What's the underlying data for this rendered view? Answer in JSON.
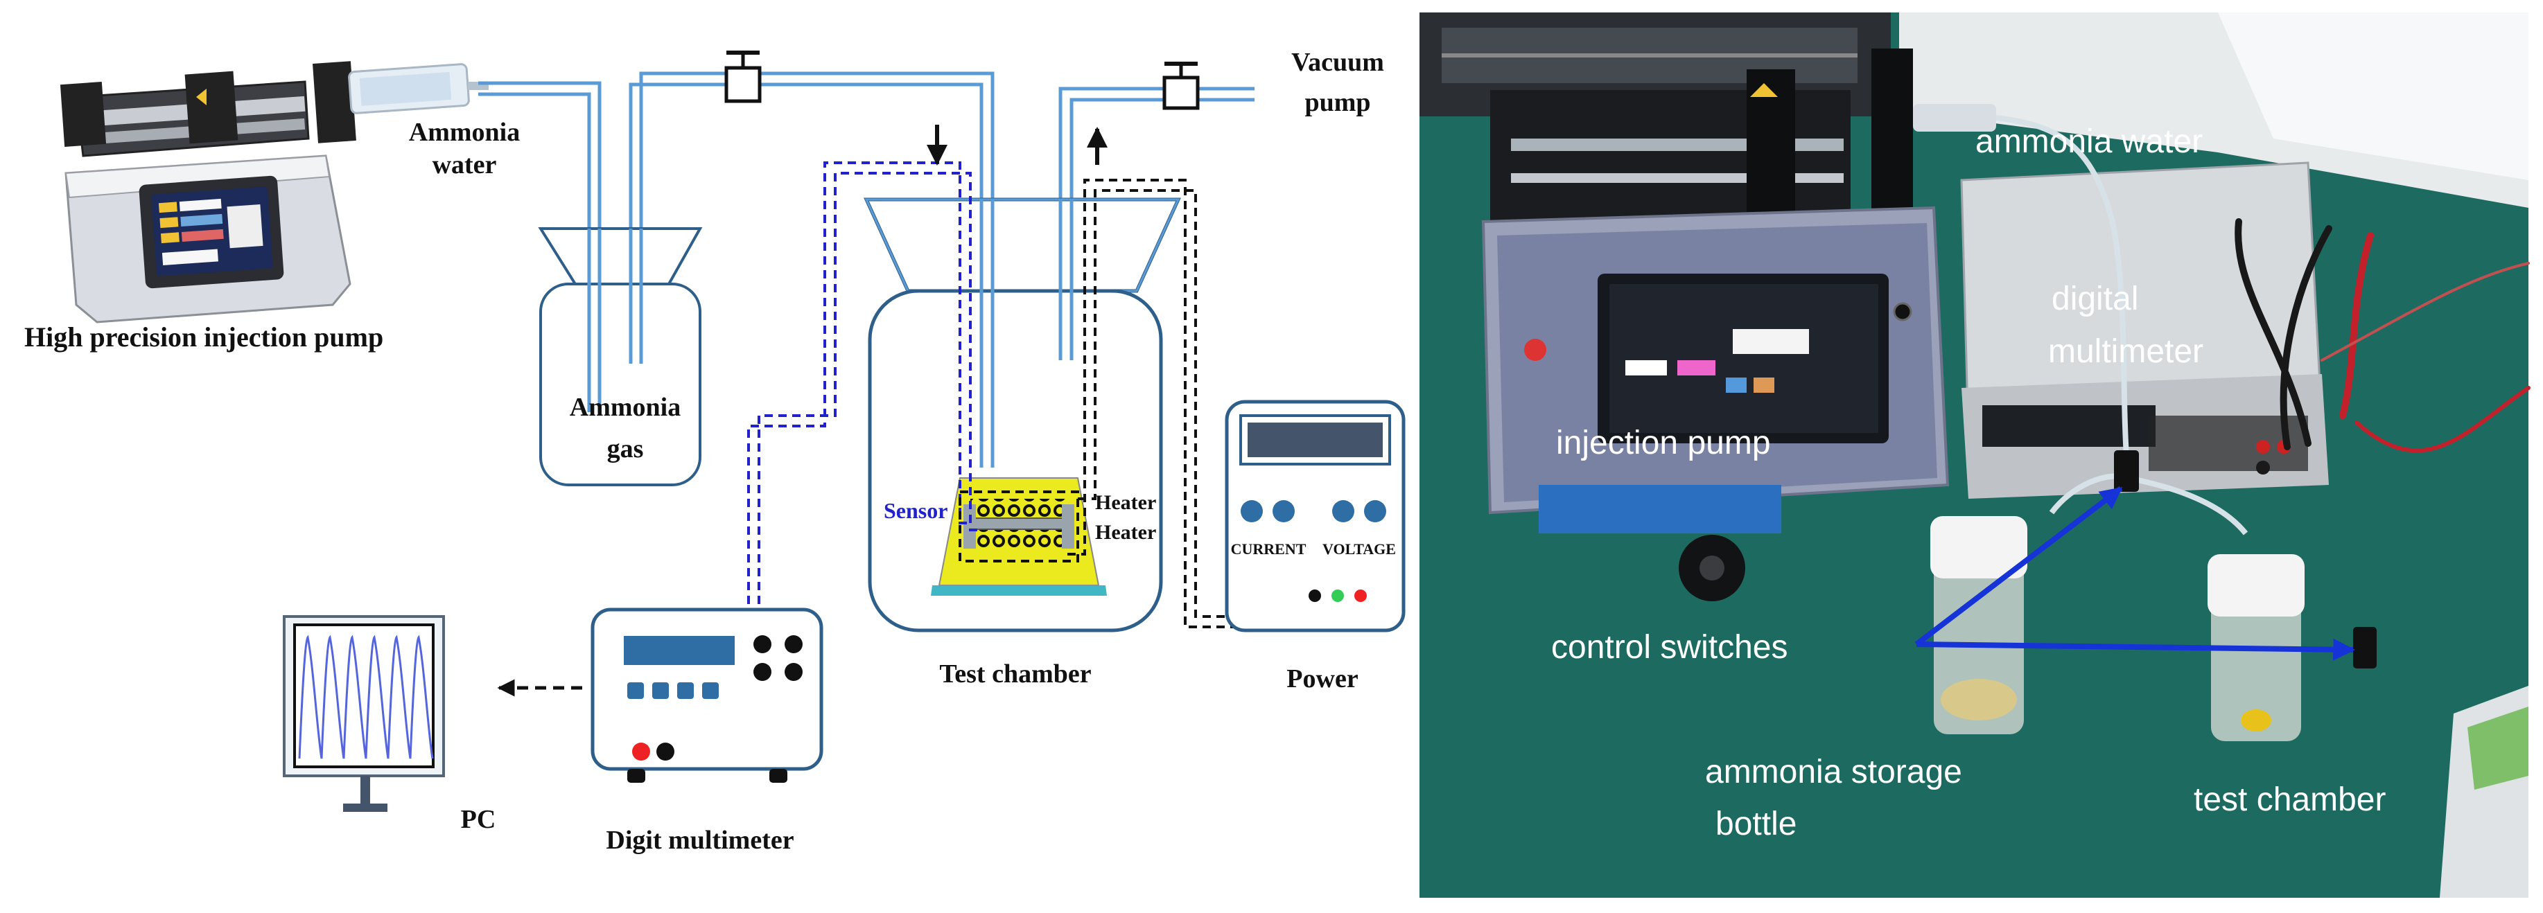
{
  "schematic": {
    "pump_label": "High precision injection pump",
    "ammonia_water_line1": "Ammonia",
    "ammonia_water_line2": "water",
    "ammonia_gas_line1": "Ammonia",
    "ammonia_gas_line2": "gas",
    "vacuum_line1": "Vacuum",
    "vacuum_line2": "pump",
    "sensor_label": "Sensor",
    "heater_label_1": "Heater",
    "heater_label_2": "Heater",
    "test_chamber_label": "Test chamber",
    "power_label": "Power",
    "current_label": "CURRENT",
    "voltage_label": "VOLTAGE",
    "pc_label": "PC",
    "multimeter_label": "Digit multimeter"
  },
  "photo": {
    "ammonia_water": "ammonia water",
    "digital_line1": "digital",
    "digital_line2": "multimeter",
    "injection_pump": "injection pump",
    "control_switches": "control switches",
    "storage_line1": "ammonia storage",
    "storage_line2": "bottle",
    "test_chamber": "test chamber"
  },
  "colors": {
    "pipe": "#5b9bd5",
    "outline": "#2e5f8a",
    "wire_blue": "#2222cc",
    "photo_bg": "#1d6b60",
    "arrow_blue": "#1633d8",
    "sensor_yellow": "#eaea1e"
  }
}
